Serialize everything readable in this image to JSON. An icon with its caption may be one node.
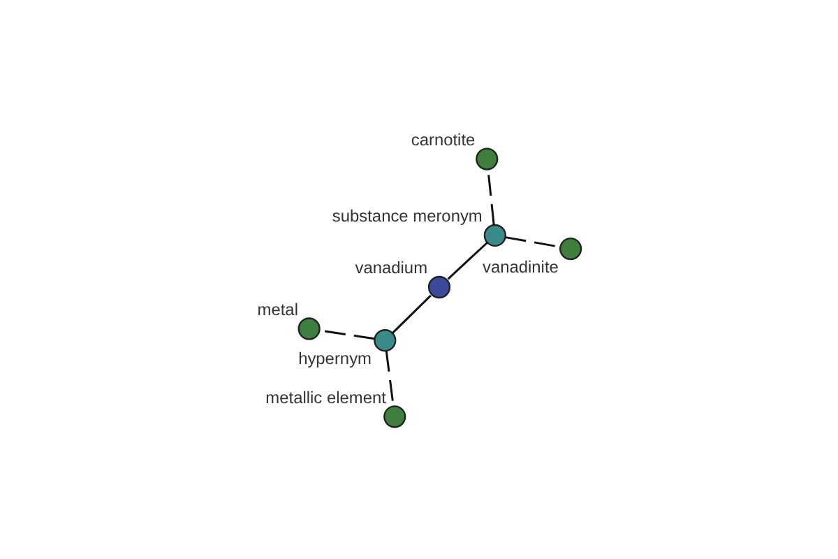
{
  "diagram": {
    "nodes": [
      {
        "text": [
          "carnotite"
        ]
      },
      {
        "text": [
          "vanadinite"
        ]
      },
      {
        "text": [
          "substance meronym"
        ]
      },
      {
        "text": [
          "vanadium"
        ]
      },
      {
        "text": [
          "metal"
        ]
      },
      {
        "text": [
          "hypernym"
        ]
      },
      {
        "text": [
          "metallic element"
        ]
      }
    ],
    "edges": [
      {
        "from": 3,
        "to": 2,
        "arrow": "none"
      },
      {
        "from": 2,
        "to": 0,
        "arrow": "none",
        "style": "dashed"
      },
      {
        "from": 2,
        "to": 1,
        "arrow": "none",
        "style": "dashed"
      },
      {
        "from": 3,
        "to": 5,
        "arrow": "none"
      },
      {
        "from": 5,
        "to": 4,
        "arrow": "none",
        "style": "dashed"
      },
      {
        "from": 5,
        "to": 6,
        "arrow": "none",
        "style": "dashed"
      }
    ]
  }
}
